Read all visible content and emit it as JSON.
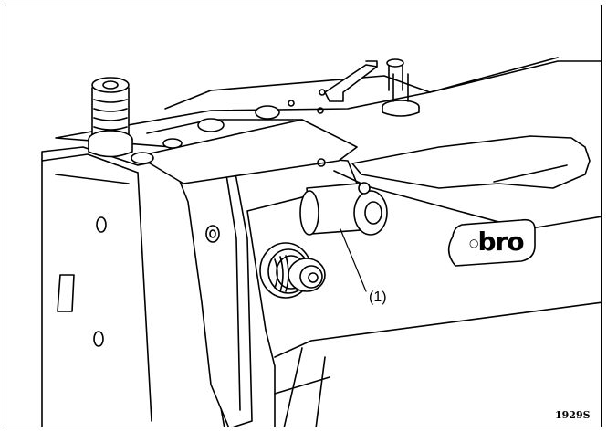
{
  "figure": {
    "logo_text": "bro",
    "callout_label": "(1)",
    "figure_number": "1929S"
  }
}
